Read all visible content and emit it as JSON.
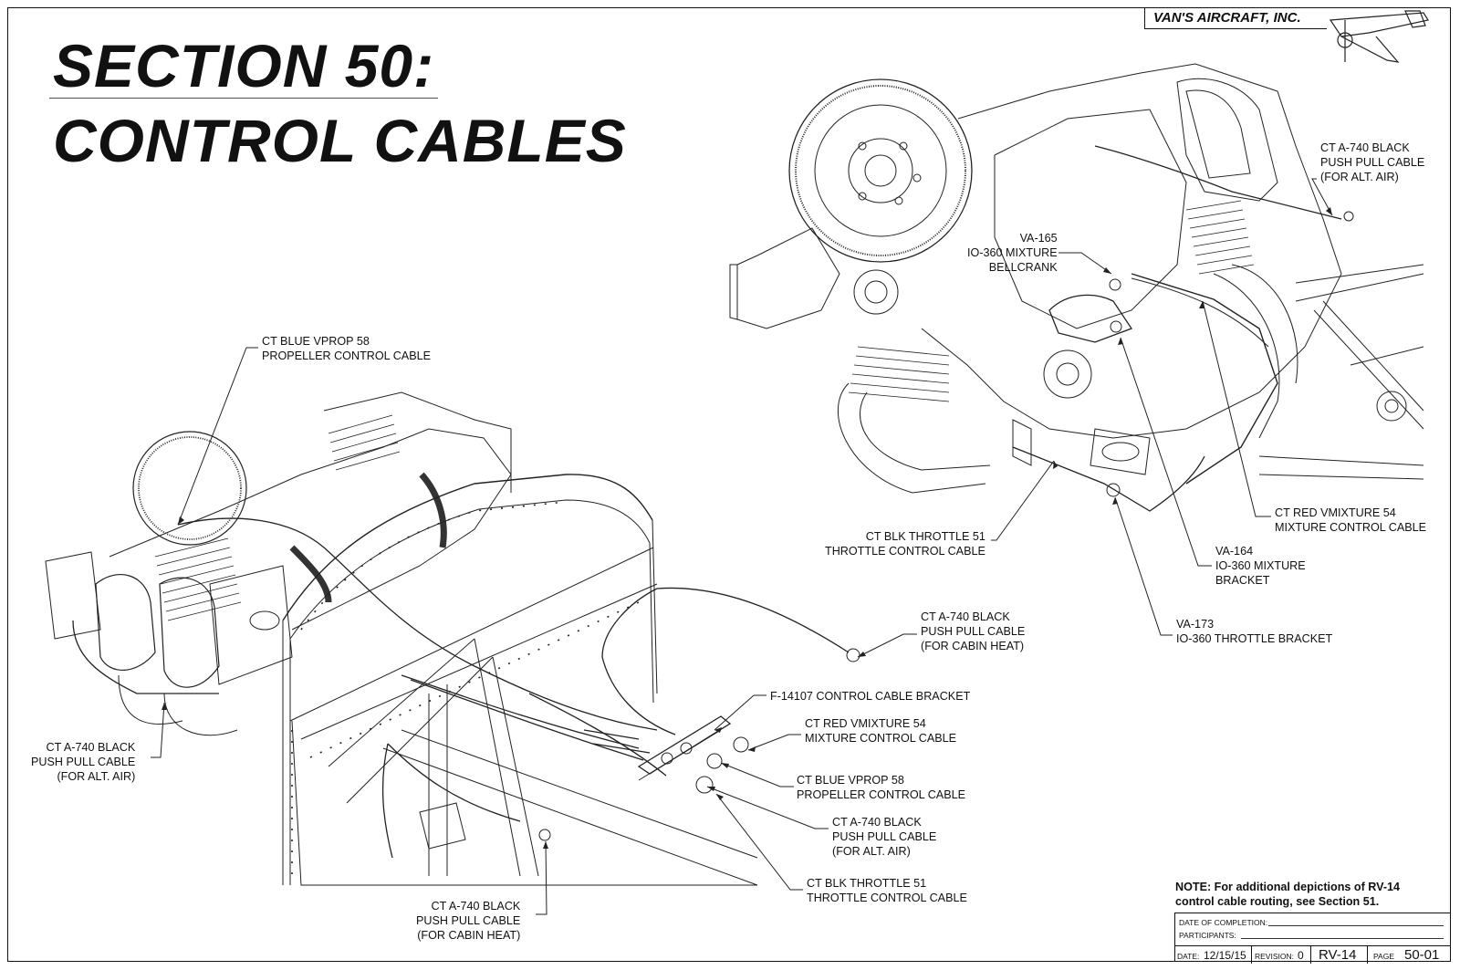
{
  "header": {
    "title_line1": "SECTION 50:",
    "title_line2": "CONTROL CABLES",
    "company": "VAN'S AIRCRAFT, INC."
  },
  "callouts": {
    "prop_cable_top": "CT BLUE VPROP 58\nPROPELLER CONTROL CABLE",
    "alt_air_top_right": "CT A-740 BLACK\nPUSH PULL CABLE\n(FOR ALT. AIR)",
    "mixture_bellcrank": "VA-165\nIO-360 MIXTURE\nBELLCRANK",
    "throttle_cable_upper": "CT BLK THROTTLE 51\nTHROTTLE CONTROL CABLE",
    "mixture_cable_upper": "CT RED VMIXTURE 54\nMIXTURE CONTROL CABLE",
    "mixture_bracket": "VA-164\nIO-360 MIXTURE\nBRACKET",
    "throttle_bracket": "VA-173\nIO-360 THROTTLE BRACKET",
    "cabin_heat_upper": "CT A-740 BLACK\nPUSH PULL CABLE\n(FOR CABIN HEAT)",
    "cable_bracket": "F-14107 CONTROL CABLE BRACKET",
    "mixture_cable_lower": "CT RED VMIXTURE 54\nMIXTURE CONTROL CABLE",
    "prop_cable_lower": "CT BLUE VPROP 58\nPROPELLER CONTROL CABLE",
    "alt_air_lower_center": "CT A-740 BLACK\nPUSH PULL CABLE\n(FOR ALT. AIR)",
    "throttle_cable_lower": "CT BLK THROTTLE 51\nTHROTTLE CONTROL CABLE",
    "alt_air_left": "CT A-740 BLACK\nPUSH PULL CABLE\n(FOR ALT. AIR)",
    "cabin_heat_lower": "CT A-740 BLACK\nPUSH PULL CABLE\n(FOR CABIN HEAT)"
  },
  "note": "NOTE: For additional depictions of RV-14\ncontrol cable routing, see Section 51.",
  "title_block": {
    "date_of_completion_label": "DATE OF COMPLETION:",
    "participants_label": "PARTICIPANTS:",
    "date_label": "DATE:",
    "date_value": "12/15/15",
    "revision_label": "REVISION:",
    "revision_value": "0",
    "model": "RV-14",
    "page_label": "PAGE",
    "page_value": "50-01"
  }
}
